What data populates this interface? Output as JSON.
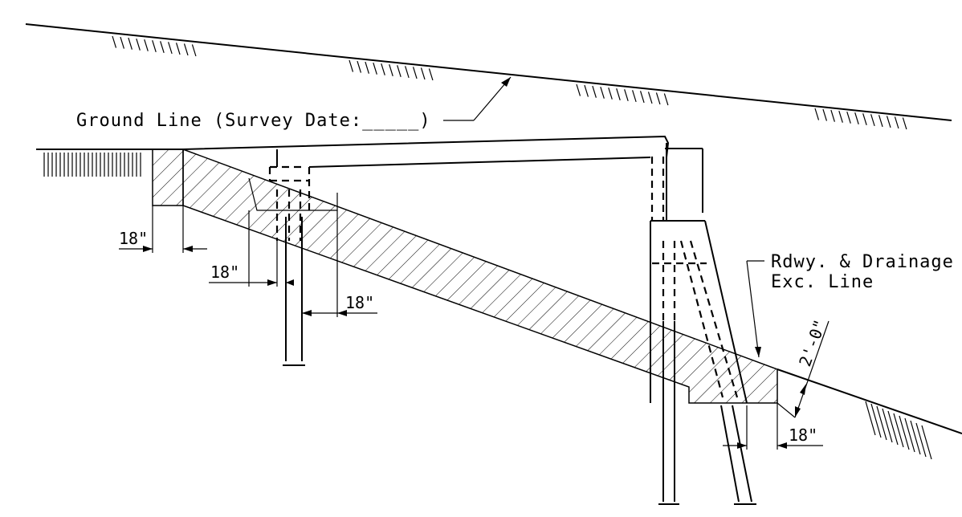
{
  "labels": {
    "ground_line": "Ground Line (Survey Date:_____)",
    "exc_line_1": "Rdwy. & Drainage",
    "exc_line_2": "Exc. Line"
  },
  "dimensions": {
    "d1": "18\"",
    "d2": "18\"",
    "d3": "18\"",
    "d4": "18\"",
    "d5": "2'-0\""
  }
}
